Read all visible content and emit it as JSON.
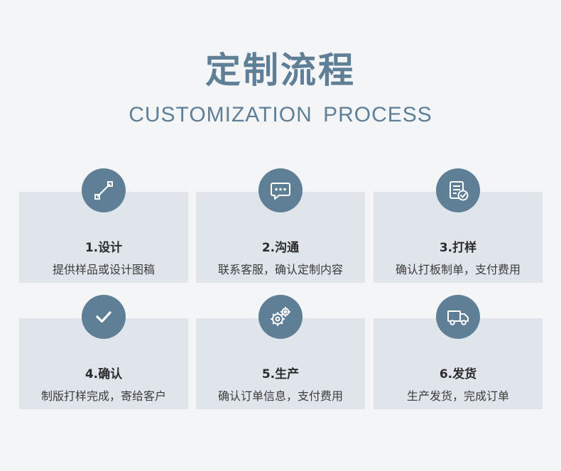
{
  "header": {
    "title": "定制流程",
    "subtitle": "CUSTOMIZATION PROCESS"
  },
  "colors": {
    "accent": "#5f7f97",
    "card_bg": "#dfe5eb",
    "page_bg": "#f4f5f6"
  },
  "steps": [
    {
      "label": "1.设计",
      "desc": "提供样品或设计图稿",
      "icon": "pen-line-icon"
    },
    {
      "label": "2.沟通",
      "desc": "联系客服，确认定制内容",
      "icon": "chat-bubble-icon"
    },
    {
      "label": "3.打样",
      "desc": "确认打板制单，支付费用",
      "icon": "document-check-icon"
    },
    {
      "label": "4.确认",
      "desc": "制版打样完成，寄给客户",
      "icon": "checkmark-icon"
    },
    {
      "label": "5.生产",
      "desc": "确认订单信息，支付费用",
      "icon": "gears-icon"
    },
    {
      "label": "6.发货",
      "desc": "生产发货，完成订单",
      "icon": "truck-icon"
    }
  ]
}
